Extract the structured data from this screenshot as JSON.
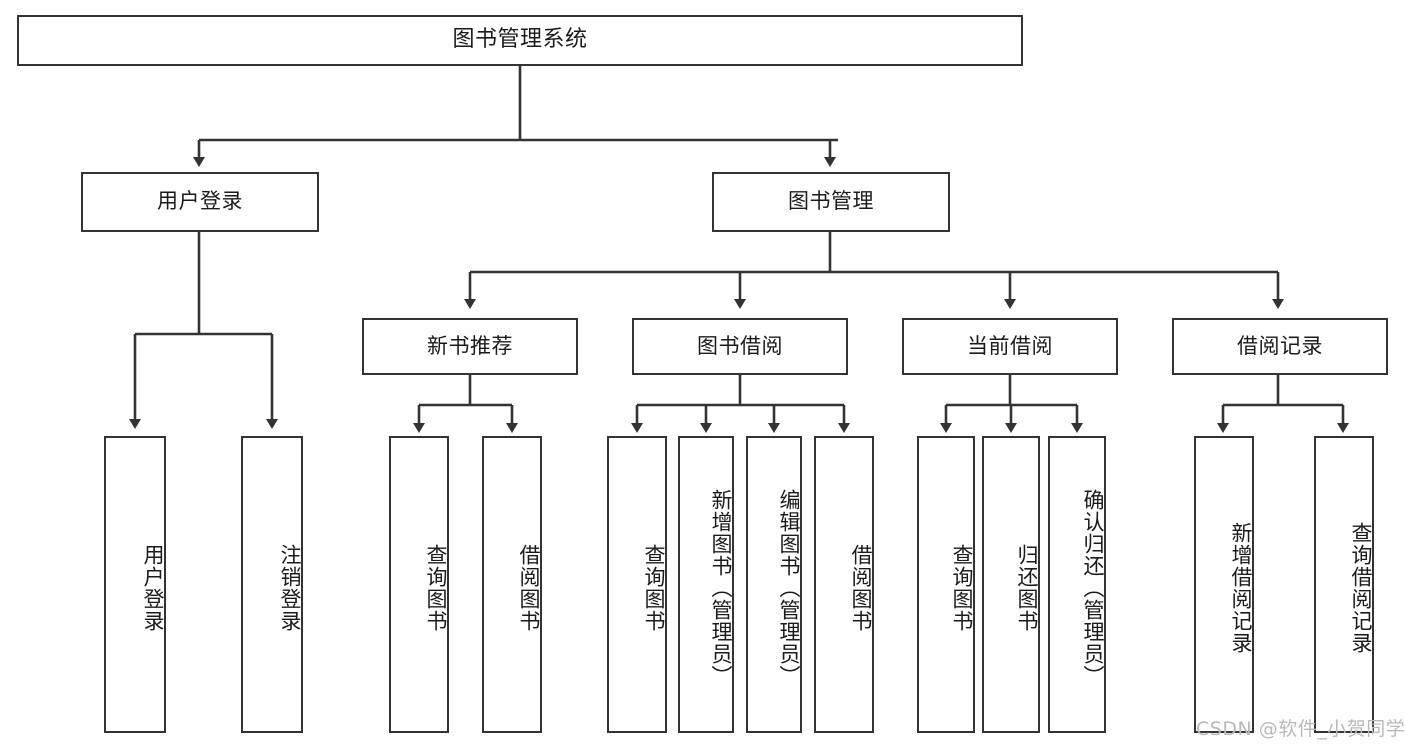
{
  "diagram": {
    "type": "tree",
    "title": "图书管理系统",
    "root": {
      "label": "图书管理系统"
    },
    "level2": [
      {
        "label": "用户登录"
      },
      {
        "label": "图书管理"
      }
    ],
    "level3": [
      {
        "label": "新书推荐"
      },
      {
        "label": "图书借阅"
      },
      {
        "label": "当前借阅"
      },
      {
        "label": "借阅记录"
      }
    ],
    "leaves": {
      "user_login": [
        {
          "label": "用户登录"
        },
        {
          "label": "注销登录"
        }
      ],
      "new_book_recommend": [
        {
          "label": "查询图书"
        },
        {
          "label": "借阅图书"
        }
      ],
      "book_borrow": [
        {
          "label": "查询图书"
        },
        {
          "label": "新增图书（管理员）"
        },
        {
          "label": "编辑图书（管理员）"
        },
        {
          "label": "借阅图书"
        }
      ],
      "current_borrow": [
        {
          "label": "查询图书"
        },
        {
          "label": "归还图书"
        },
        {
          "label": "确认归还（管理员）"
        }
      ],
      "borrow_record": [
        {
          "label": "新增借阅记录"
        },
        {
          "label": "查询借阅记录"
        }
      ]
    }
  },
  "watermark": {
    "text": "CSDN @软件_小贺同学"
  },
  "colors": {
    "background": "#ffffff",
    "box_border": "#333333",
    "box_fill": "#ffffff",
    "text": "#1b1b1b",
    "edge": "#333333",
    "watermark": "#b9b9b9"
  }
}
